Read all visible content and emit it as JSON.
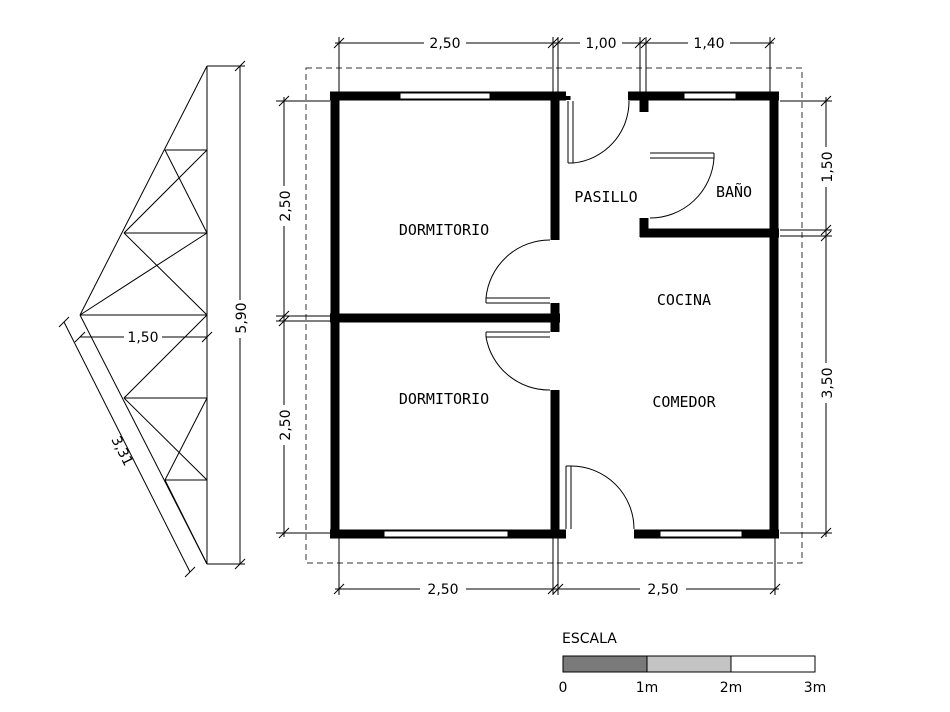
{
  "plan": {
    "rooms": {
      "bedroom_1": "DORMITORIO",
      "bedroom_2": "DORMITORIO",
      "hallway": "PASILLO",
      "bathroom": "BAÑO",
      "kitchen": "COCINA",
      "dining": "COMEDOR"
    },
    "dimensions": {
      "top_left": "2,50",
      "top_middle": "1,00",
      "top_right": "1,40",
      "bottom_left": "2,50",
      "bottom_right": "2,50",
      "left_upper": "2,50",
      "left_lower": "2,50",
      "right_upper": "1,50",
      "right_lower": "3,50"
    }
  },
  "truss": {
    "height": "5,90",
    "base": "1,50",
    "slope": "3,31"
  },
  "scale": {
    "title": "ESCALA",
    "labels": [
      "0",
      "1m",
      "2m",
      "3m"
    ],
    "fill_colors": [
      "#7a7a7a",
      "#c4c4c4",
      "#ffffff"
    ]
  }
}
